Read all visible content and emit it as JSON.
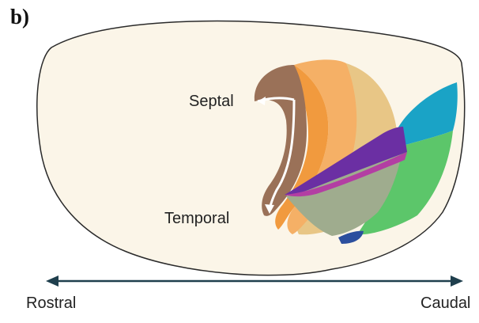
{
  "panel_label": "b)",
  "labels": {
    "septal": "Septal",
    "temporal": "Temporal",
    "rostral": "Rostral",
    "caudal": "Caudal"
  },
  "colors": {
    "brain_fill": "#fbf5e8",
    "brain_outline": "#2a2a2a",
    "axis_arrow": "#1f3f4d",
    "ca_brown": "#9a7158",
    "dentate_orange": "#f19a3e",
    "outer_orange": "#f5b066",
    "tan": "#e8c686",
    "cyan": "#1aa3c6",
    "green": "#5cc66a",
    "gray_green": "#9fac8e",
    "purple": "#6b2fa3",
    "magenta": "#b33ea3",
    "navy": "#2c4f9e"
  }
}
